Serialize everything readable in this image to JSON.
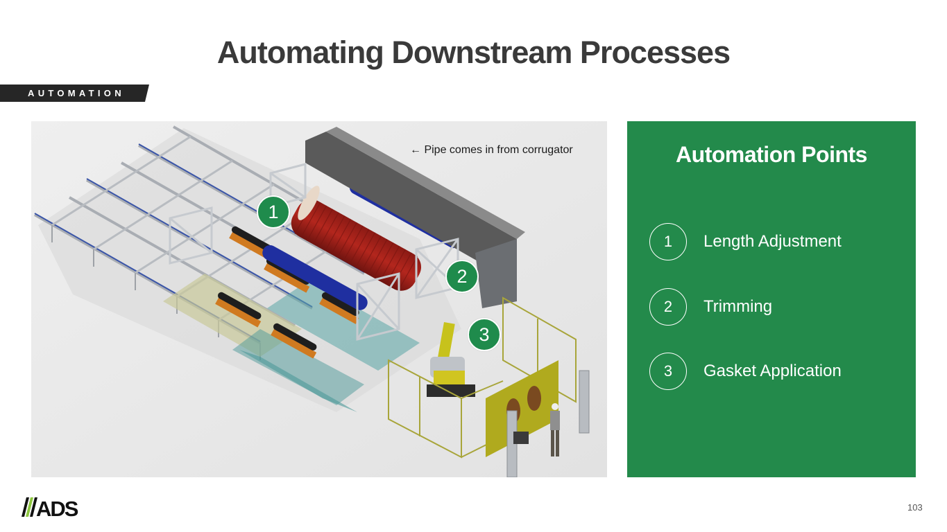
{
  "slide": {
    "title": "Automating Downstream Processes",
    "section_tag": "AUTOMATION",
    "page_number": "103"
  },
  "figure": {
    "caption": "← Pipe comes in from corrugator",
    "markers": [
      {
        "number": "1"
      },
      {
        "number": "2"
      },
      {
        "number": "3"
      }
    ]
  },
  "panel": {
    "title": "Automation Points",
    "items": [
      {
        "number": "1",
        "label": "Length Adjustment"
      },
      {
        "number": "2",
        "label": "Trimming"
      },
      {
        "number": "3",
        "label": "Gasket Application"
      }
    ]
  },
  "logo": {
    "text": "//ADS"
  },
  "colors": {
    "brand_green": "#238a4b",
    "marker_green": "#1f8b4c",
    "title_gray": "#3a3a3a",
    "tag_dark": "#262626",
    "logo_accent": "#8dc63f"
  }
}
